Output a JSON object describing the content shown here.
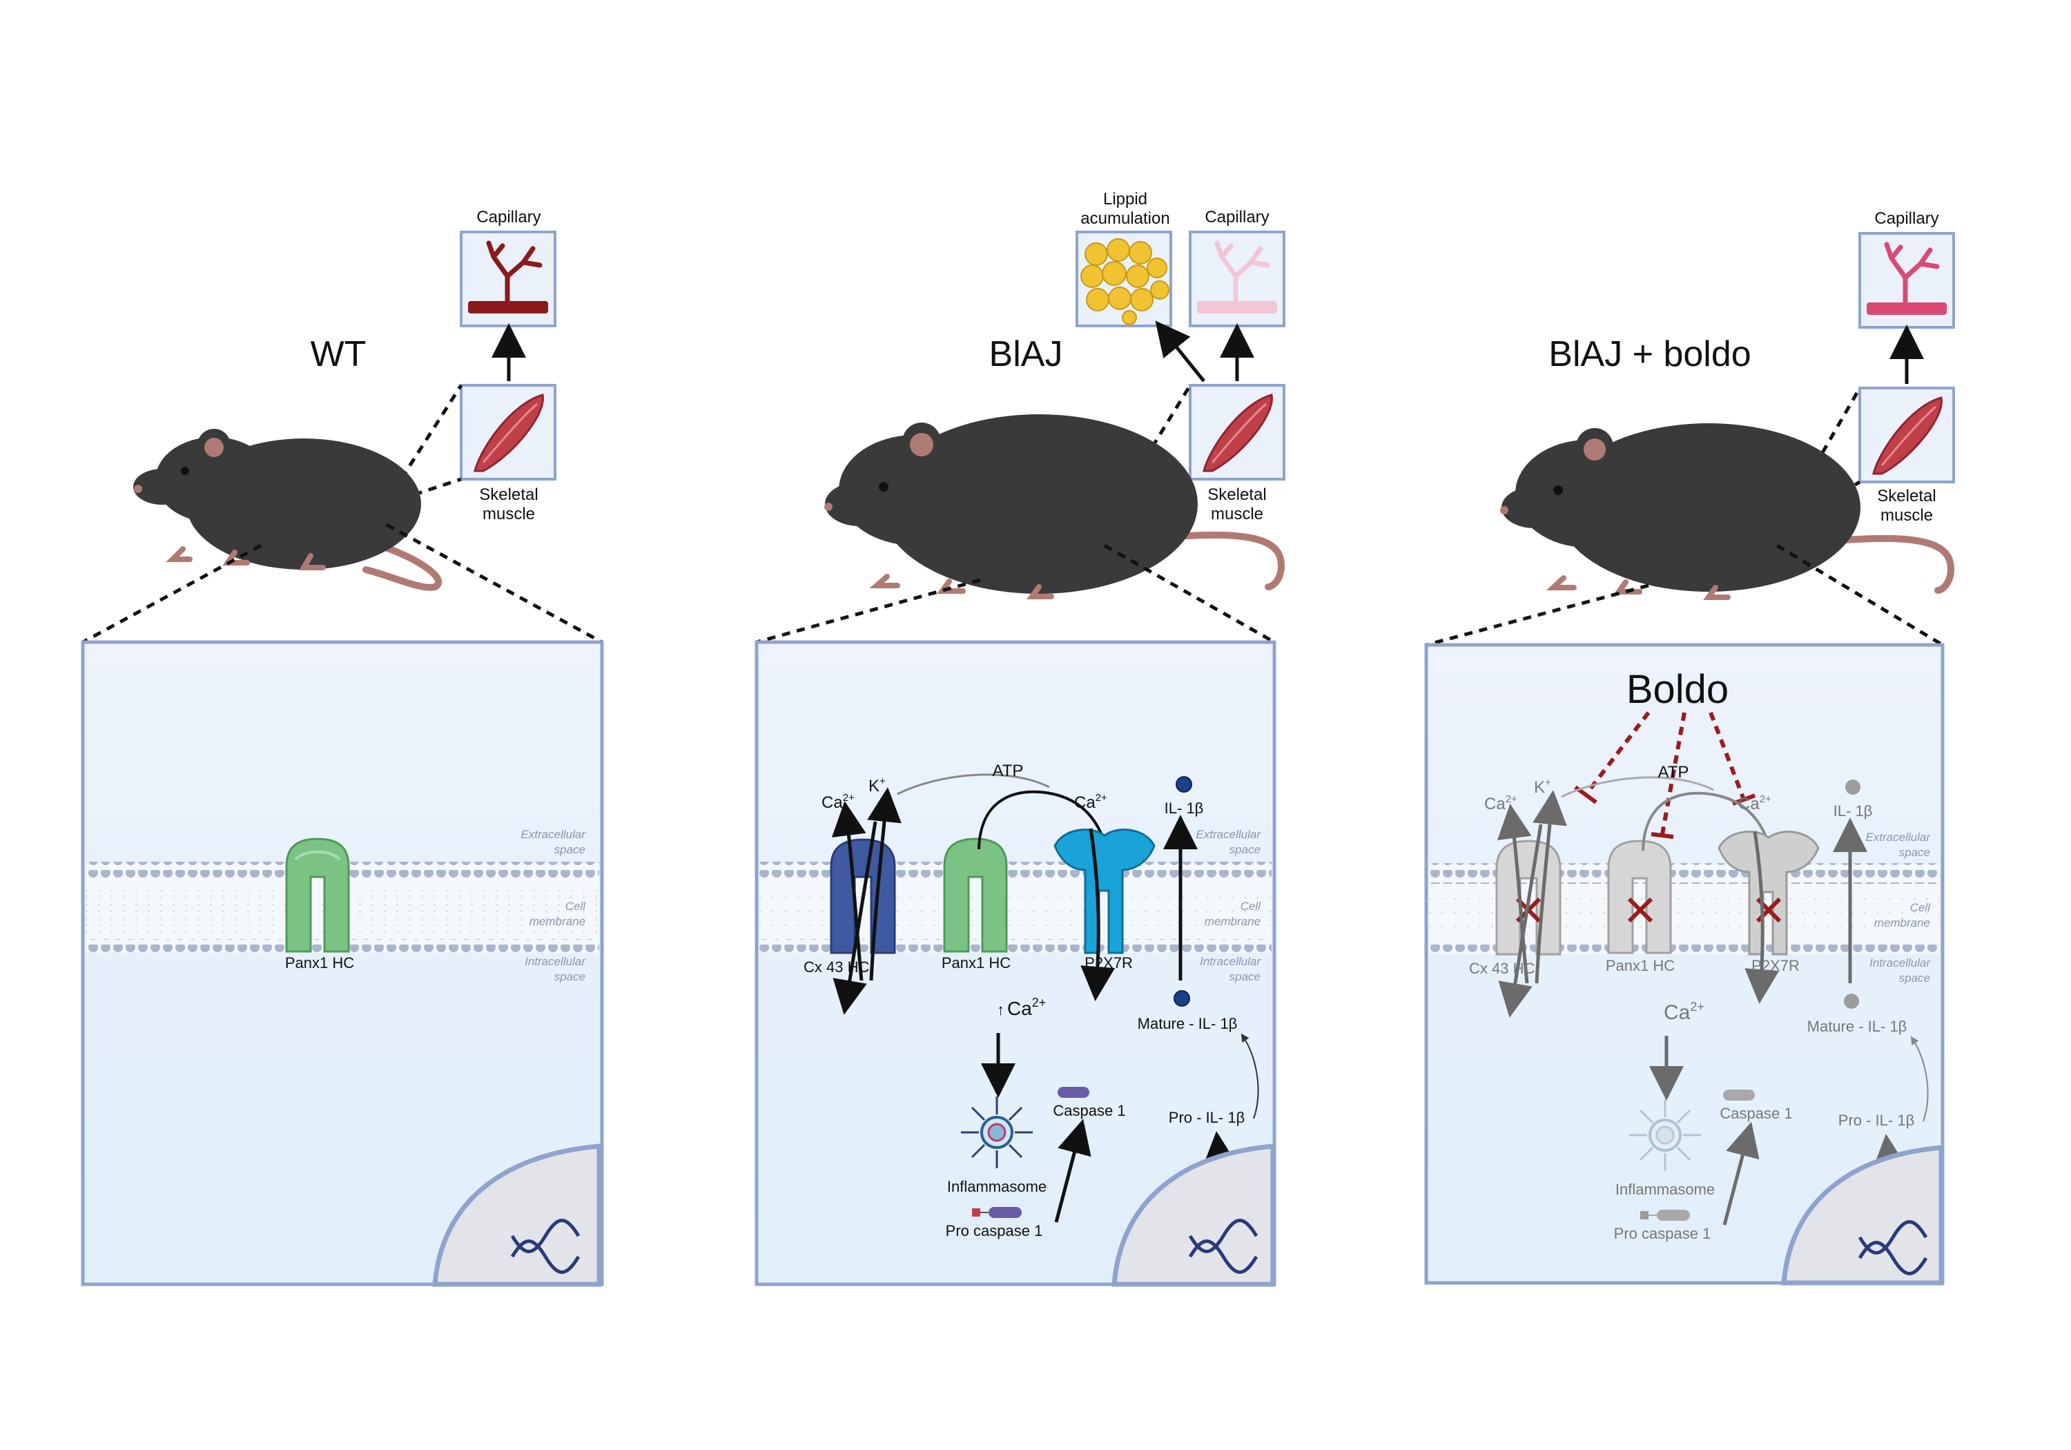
{
  "panels": {
    "wt": {
      "title": "WT",
      "capillary": "Capillary",
      "skeletal_muscle": [
        "Skeletal",
        "muscle"
      ],
      "membrane": {
        "extracellular": [
          "Extracellular",
          "space"
        ],
        "cell": [
          "Cell",
          "membrane"
        ],
        "intracellular": [
          "Intracellular",
          "space"
        ]
      },
      "channel": "Panx1 HC"
    },
    "blaj": {
      "title": "BlAJ",
      "lipid": [
        "Lippid",
        "acumulation"
      ],
      "capillary": "Capillary",
      "skeletal_muscle": [
        "Skeletal",
        "muscle"
      ],
      "membrane": {
        "extracellular": [
          "Extracellular",
          "space"
        ],
        "cell": [
          "Cell",
          "membrane"
        ],
        "intracellular": [
          "Intracellular",
          "space"
        ]
      },
      "cx43": "Cx 43 HC",
      "panx1": "Panx1 HC",
      "p2x7r": "P2X7R",
      "atp": "ATP",
      "ca_cx": "Ca",
      "k": "K",
      "ca_p2x7": "Ca",
      "il1b": "IL- 1β",
      "ca_up": "Ca",
      "inflammasome": "Inflammasome",
      "caspase1": "Caspase 1",
      "pro_caspase1": "Pro caspase 1",
      "mature_il1b": "Mature - IL- 1β",
      "pro_il1b": "Pro - IL- 1β"
    },
    "boldo": {
      "title": "BlAJ + boldo",
      "capillary": "Capillary",
      "skeletal_muscle": [
        "Skeletal",
        "muscle"
      ],
      "boldo_label": "Boldo",
      "membrane": {
        "extracellular": [
          "Extracellular",
          "space"
        ],
        "cell": [
          "Cell",
          "membrane"
        ],
        "intracellular": [
          "Intracellular",
          "space"
        ]
      },
      "cx43": "Cx 43 HC",
      "panx1": "Panx1 HC",
      "p2x7r": "P2X7R",
      "atp": "ATP",
      "ca_cx": "Ca",
      "k": "K",
      "ca_p2x7": "Ca",
      "il1b": "IL- 1β",
      "ca": "Ca",
      "inflammasome": "Inflammasome",
      "caspase1": "Caspase 1",
      "pro_caspase1": "Pro caspase 1",
      "mature_il1b": "Mature - IL- 1β",
      "pro_il1b": "Pro - IL- 1β"
    }
  },
  "superscripts": {
    "ca": "2+",
    "k": "+"
  },
  "colors": {
    "panel_border": "#8fa3cc",
    "panel_bg": "#eaf1fb",
    "mouse_body": "#3a3a3a",
    "mouse_skin": "#b07a74",
    "capillary_healthy": "#8b1a1a",
    "capillary_faded": "#f2c6d6",
    "capillary_recovered": "#d94a75",
    "panx1": "#7cc285",
    "cx43": "#3f5aa0",
    "p2x7r": "#1aa3d9",
    "inhibit": "#9b1c1c",
    "lipid": "#f1c232"
  }
}
